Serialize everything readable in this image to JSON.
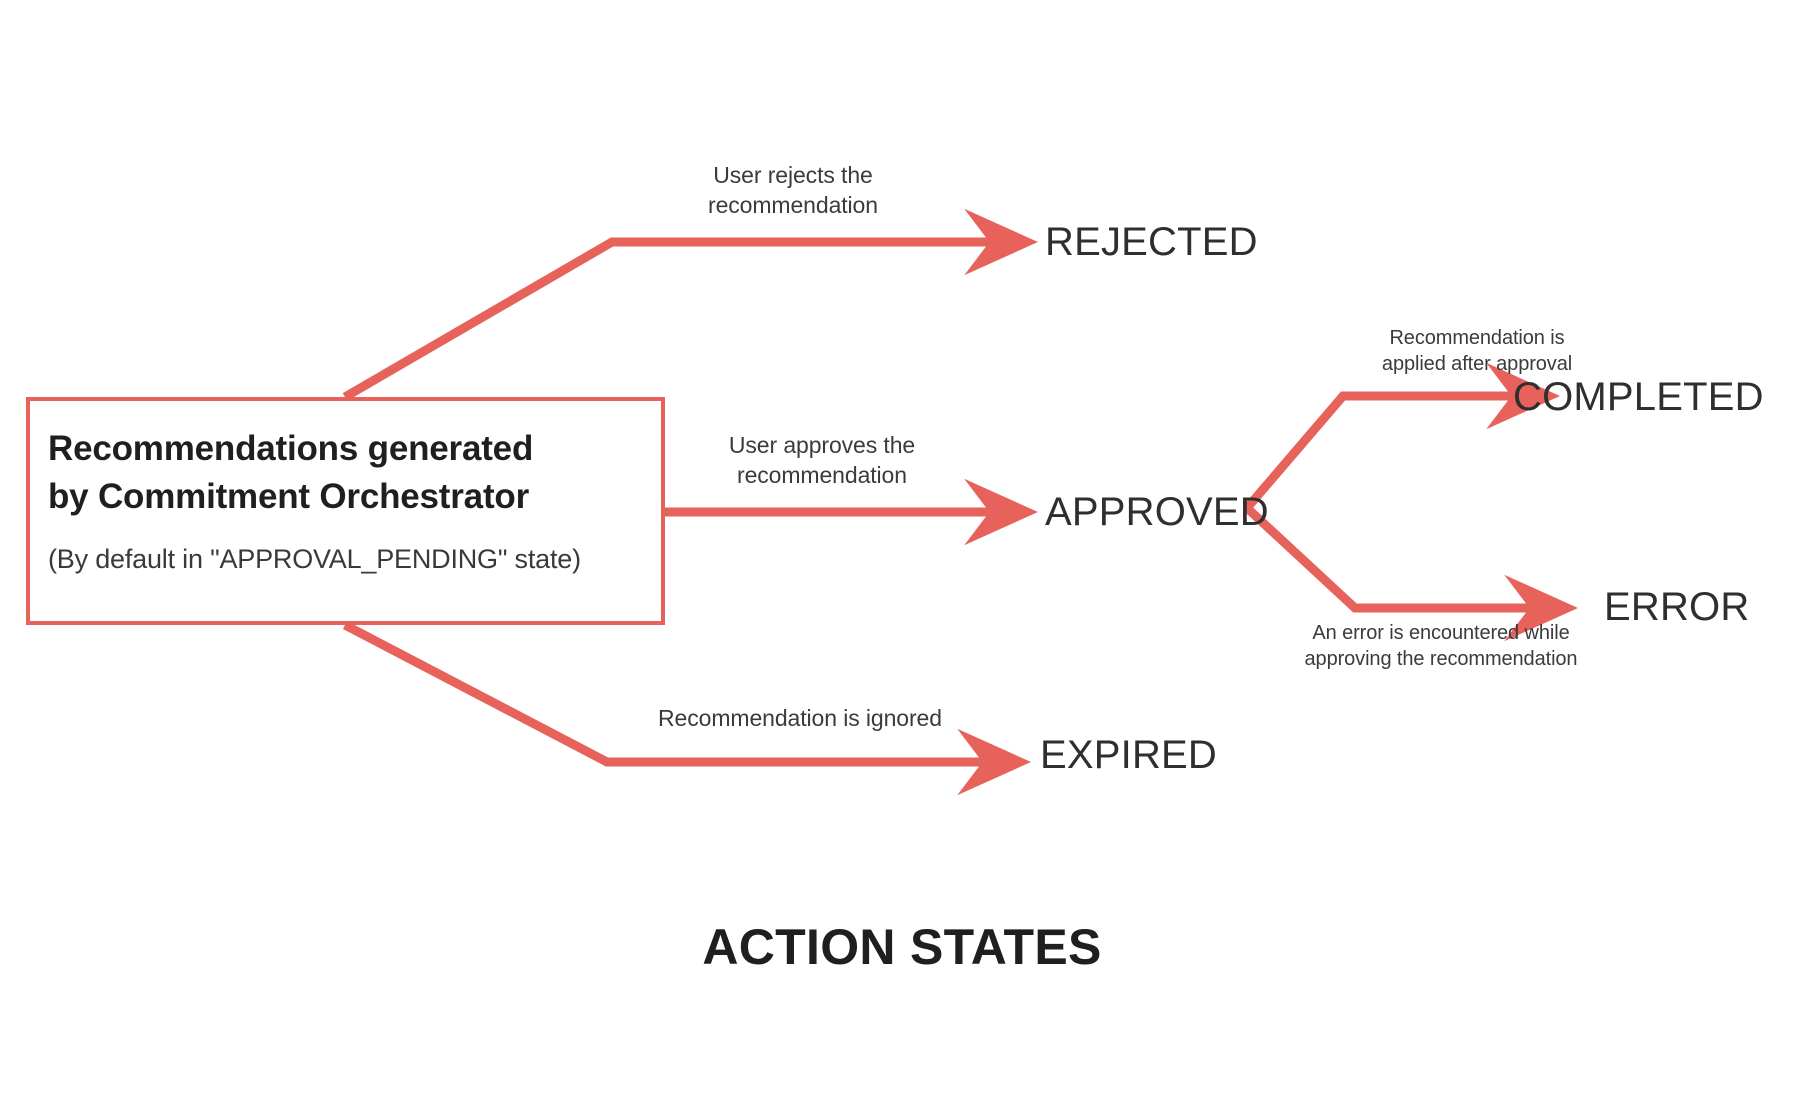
{
  "diagram": {
    "caption": "ACTION STATES",
    "accent_color": "#e8625c",
    "text_color": "#2f2f2f",
    "background": "#ffffff",
    "source_node": {
      "title": "Recommendations generated by Commitment Orchestrator",
      "title_line_1": "Recommendations generated",
      "title_line_2": "by Commitment Orchestrator",
      "subtitle": "(By default in \"APPROVAL_PENDING\" state)"
    },
    "states": [
      {
        "id": "rejected",
        "label": "REJECTED"
      },
      {
        "id": "approved",
        "label": "APPROVED"
      },
      {
        "id": "completed",
        "label": "COMPLETED"
      },
      {
        "id": "error",
        "label": "ERROR"
      },
      {
        "id": "expired",
        "label": "EXPIRED"
      }
    ],
    "transitions": [
      {
        "id": "to-rejected",
        "from": "source",
        "to": "rejected",
        "label": "User rejects the\nrecommendation"
      },
      {
        "id": "to-approved",
        "from": "source",
        "to": "approved",
        "label": "User approves the\nrecommendation"
      },
      {
        "id": "to-expired",
        "from": "source",
        "to": "expired",
        "label": "Recommendation is ignored"
      },
      {
        "id": "to-completed",
        "from": "approved",
        "to": "completed",
        "label": "Recommendation is\napplied after approval"
      },
      {
        "id": "to-error",
        "from": "approved",
        "to": "error",
        "label": "An error is encountered while\napproving the recommendation"
      }
    ]
  }
}
